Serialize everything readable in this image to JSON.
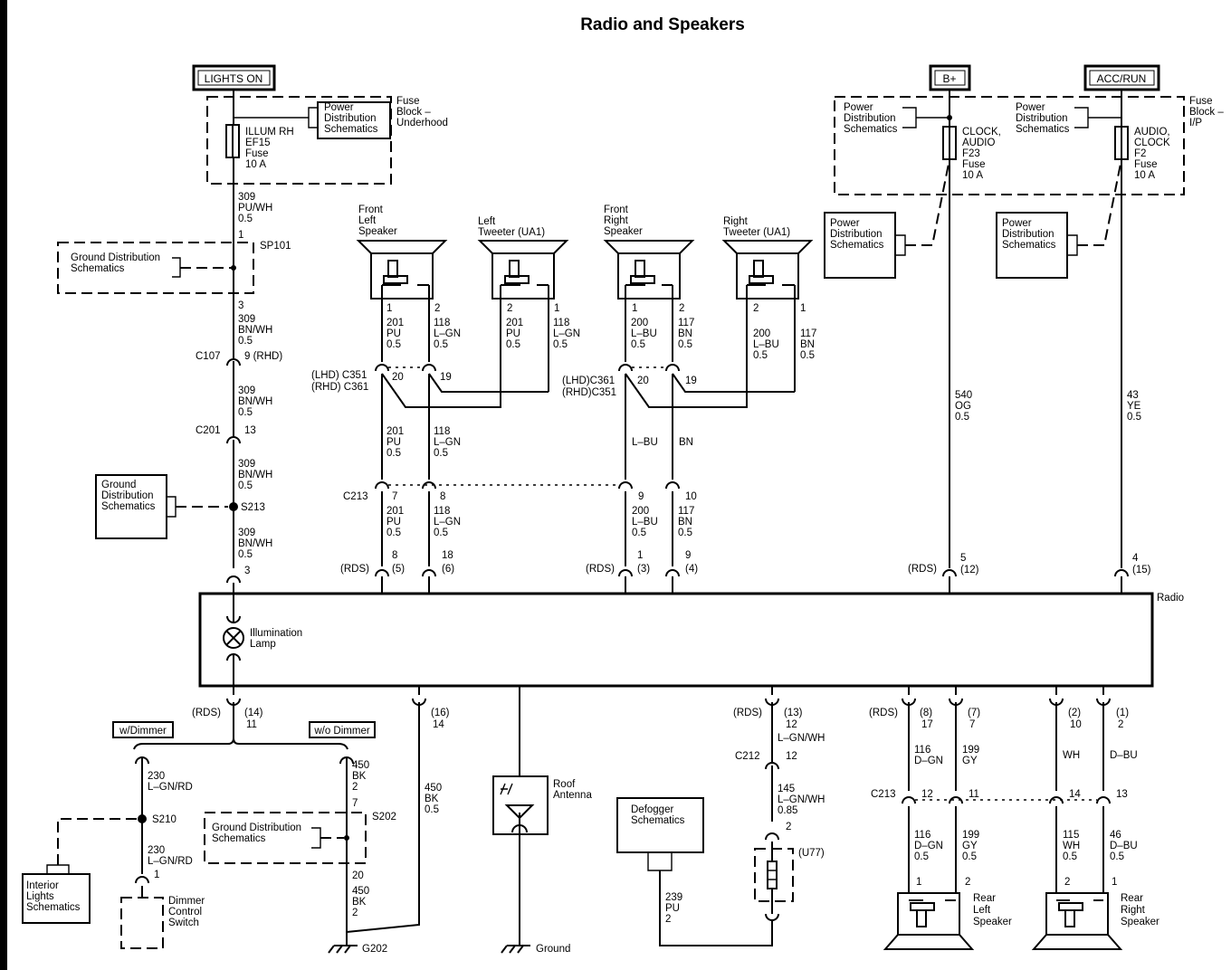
{
  "title": "Radio and Speakers",
  "power_sources": {
    "lights_on": "LIGHTS ON",
    "b_plus": "B+",
    "acc_run": "ACC/RUN"
  },
  "fuse_blocks": {
    "underhood": [
      "Fuse",
      "Block –",
      "Underhood"
    ],
    "ip": [
      "Fuse",
      "Block –",
      "I/P"
    ]
  },
  "fuses": {
    "illum_rh": [
      "ILLUM RH",
      "EF15",
      "Fuse",
      "10 A"
    ],
    "clock_audio": [
      "CLOCK,",
      "AUDIO",
      "F23",
      "Fuse",
      "10 A"
    ],
    "audio_clock": [
      "AUDIO,",
      "CLOCK",
      "F2",
      "Fuse",
      "10 A"
    ]
  },
  "ref_boxes": {
    "pds_underhood": [
      "Power",
      "Distribution",
      "Schematics"
    ],
    "pds_ip_1": [
      "Power",
      "Distribution",
      "Schematics"
    ],
    "pds_ip_2": [
      "Power",
      "Distribution",
      "Schematics"
    ],
    "pds_ext_1": [
      "Power",
      "Distribution",
      "Schematics"
    ],
    "pds_ext_2": [
      "Power",
      "Distribution",
      "Schematics"
    ],
    "gds_sp101": [
      "Ground Distribution",
      "Schematics"
    ],
    "gds_s213": [
      "Ground",
      "Distribution",
      "Schematics"
    ],
    "gds_s202": [
      "Ground Distribution",
      "Schematics"
    ],
    "interior_lights": [
      "Interior",
      "Lights",
      "Schematics"
    ],
    "defogger": [
      "Defogger",
      "Schematics"
    ]
  },
  "speakers": {
    "front_left": [
      "Front",
      "Left",
      "Speaker"
    ],
    "left_tweeter": [
      "Left",
      "Tweeter (UA1)"
    ],
    "front_right": [
      "Front",
      "Right",
      "Speaker"
    ],
    "right_tweeter": [
      "Right",
      "Tweeter (UA1)"
    ],
    "rear_left": [
      "Rear",
      "Left",
      "Speaker"
    ],
    "rear_right": [
      "Rear",
      "Right",
      "Speaker"
    ]
  },
  "components": {
    "radio": "Radio",
    "illumination_lamp": [
      "Illumination",
      "Lamp"
    ],
    "roof_antenna": [
      "Roof",
      "Antenna"
    ],
    "dimmer_switch": [
      "Dimmer",
      "Control",
      "Switch"
    ],
    "ground": "Ground",
    "w_dimmer": "w/Dimmer",
    "wo_dimmer": "w/o Dimmer",
    "u77": "(U77)"
  },
  "splices": {
    "sp101": "SP101",
    "s213": "S213",
    "s210": "S210",
    "s202": "S202",
    "g202": "G202"
  },
  "connectors": {
    "c107": "C107",
    "c201": "C201",
    "c213": "C213",
    "c212": "C212",
    "c351_left": [
      "(LHD) C351",
      "(RHD) C361"
    ],
    "c361_right": [
      "(LHD)C361",
      "(RHD)C351"
    ],
    "rds": "(RDS)"
  },
  "circuit_labels": {
    "illum_1": [
      "309",
      "PU/WH",
      "0.5"
    ],
    "illum_2": [
      "309",
      "BN/WH",
      "0.5"
    ],
    "illum_3": [
      "309",
      "BN/WH",
      "0.5"
    ],
    "illum_4": [
      "309",
      "BN/WH",
      "0.5"
    ],
    "illum_5": [
      "309",
      "BN/WH",
      "0.5"
    ],
    "fl1_top": [
      "201",
      "PU",
      "0.5"
    ],
    "fl2_top": [
      "118",
      "L–GN",
      "0.5"
    ],
    "lt2_top": [
      "201",
      "PU",
      "0.5"
    ],
    "lt1_top": [
      "118",
      "L–GN",
      "0.5"
    ],
    "fr1_top": [
      "200",
      "L–BU",
      "0.5"
    ],
    "fr2_top": [
      "117",
      "BN",
      "0.5"
    ],
    "rt2_top": [
      "200",
      "L–BU",
      "0.5"
    ],
    "rt1_top": [
      "117",
      "BN",
      "0.5"
    ],
    "fl1_mid": [
      "201",
      "PU",
      "0.5"
    ],
    "fl2_mid": [
      "118",
      "L–GN",
      "0.5"
    ],
    "fr1_mid": [
      "L–BU"
    ],
    "fr2_mid": [
      "BN"
    ],
    "fl1_bot": [
      "201",
      "PU",
      "0.5"
    ],
    "fl2_bot": [
      "118",
      "L–GN",
      "0.5"
    ],
    "fr1_bot": [
      "200",
      "L–BU",
      "0.5"
    ],
    "fr2_bot": [
      "117",
      "BN",
      "0.5"
    ],
    "b_plus_wire": [
      "540",
      "OG",
      "0.5"
    ],
    "acc_wire": [
      "43",
      "YE",
      "0.5"
    ],
    "dim_1": [
      "230",
      "L–GN/RD"
    ],
    "dim_2": [
      "230",
      "L–GN/RD"
    ],
    "gnd_1": [
      "450",
      "BK",
      "2"
    ],
    "gnd_2": [
      "450",
      "BK",
      "2"
    ],
    "gnd_14": [
      "450",
      "BK",
      "0.5"
    ],
    "defog_1": [
      "L–GN/WH"
    ],
    "defog_2": [
      "145",
      "L–GN/WH",
      "0.85"
    ],
    "defog_3": [
      "239",
      "PU",
      "2"
    ],
    "rl_top": [
      "116",
      "D–GN"
    ],
    "rl2_top": [
      "199",
      "GY"
    ],
    "rr_top": [
      "WH"
    ],
    "rr2_top": [
      "D–BU"
    ],
    "rl_bot": [
      "116",
      "D–GN",
      "0.5"
    ],
    "rl2_bot": [
      "199",
      "GY",
      "0.5"
    ],
    "rr_bot": [
      "115",
      "WH",
      "0.5"
    ],
    "rr2_bot": [
      "46",
      "D–BU",
      "0.5"
    ]
  },
  "pins": {
    "p1": "1",
    "p2": "2",
    "p3": "3",
    "p7": "7",
    "p8": "8",
    "p9": "9",
    "p10": "10",
    "p11": "11",
    "p12": "12",
    "p13": "13",
    "p14": "14",
    "p17": "17",
    "p18": "18",
    "p19": "19",
    "p20": "20",
    "c107_pin": "9 (RHD)",
    "rds_8_5": [
      "8",
      "(5)"
    ],
    "rds_18_6": [
      "18",
      "(6)"
    ],
    "rds_1_3": [
      "1",
      "(3)"
    ],
    "rds_9_4": [
      "9",
      "(4)"
    ],
    "rds_5_12": [
      "5",
      "(12)"
    ],
    "rds_4_15": [
      "4",
      "(15)"
    ],
    "rds_14_11": [
      "(14)",
      "11"
    ],
    "rds_16_14": [
      "(16)",
      "14"
    ],
    "rds_13_12": [
      "(13)",
      "12"
    ],
    "rds_8_17": [
      "(8)",
      "17"
    ],
    "rds_7_7": [
      "(7)",
      "7"
    ],
    "rds_2_10": [
      "(2)",
      "10"
    ],
    "rds_1_2": [
      "(1)",
      "2"
    ]
  }
}
